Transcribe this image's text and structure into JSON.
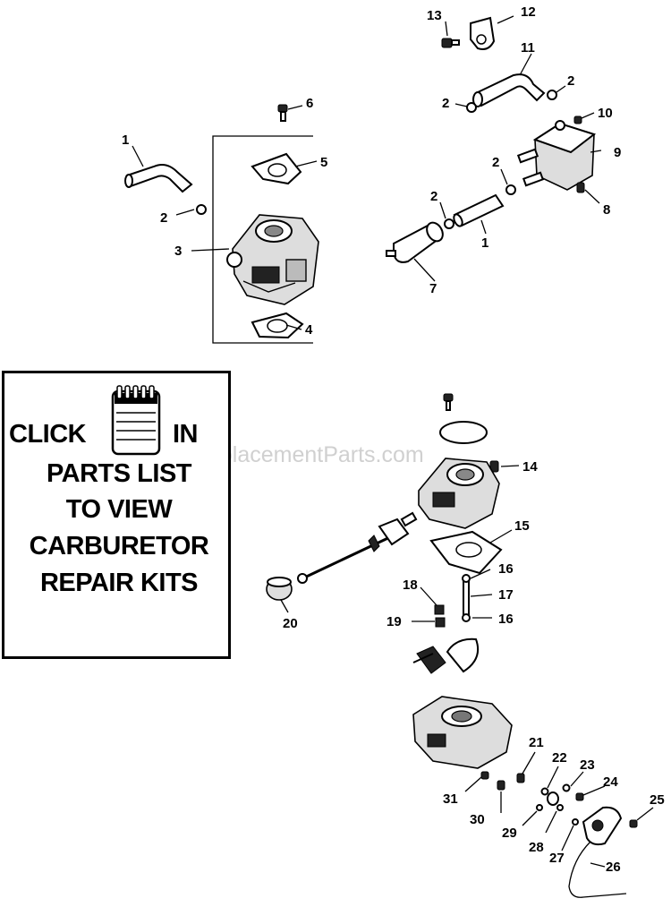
{
  "kit_box": {
    "click": "CLICK",
    "in": "IN",
    "line2": "PARTS LIST",
    "line3": "TO VIEW",
    "line4": "CARBURETOR",
    "line5": "REPAIR KITS"
  },
  "watermark": "eReplacementParts.com",
  "callouts": {
    "c1a": "1",
    "c1b": "1",
    "c2a": "2",
    "c2b": "2",
    "c2c": "2",
    "c2d": "2",
    "c2e": "2",
    "c3": "3",
    "c4": "4",
    "c5": "5",
    "c6": "6",
    "c7": "7",
    "c8": "8",
    "c9": "9",
    "c10": "10",
    "c11": "11",
    "c12": "12",
    "c13": "13",
    "c14": "14",
    "c15": "15",
    "c16a": "16",
    "c16b": "16",
    "c17": "17",
    "c18": "18",
    "c19": "19",
    "c20": "20",
    "c21": "21",
    "c22": "22",
    "c23": "23",
    "c24": "24",
    "c25": "25",
    "c26": "26",
    "c27": "27",
    "c28": "28",
    "c29": "29",
    "c30": "30",
    "c31": "31"
  },
  "icons": {
    "kit": "notebook-icon"
  }
}
